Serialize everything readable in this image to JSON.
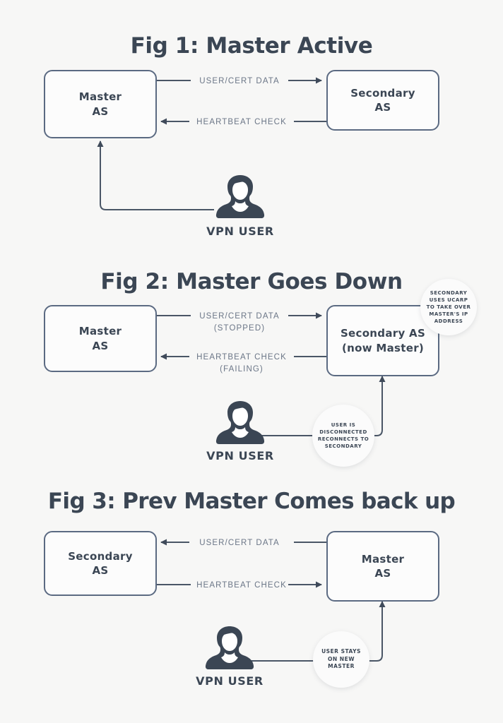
{
  "page": {
    "background": "#f7f7f6",
    "ink": "#3b4654",
    "line": "#4a5666",
    "box_border": "#5b6a82",
    "label_color": "#6b7687"
  },
  "figures": [
    {
      "id": "fig1",
      "title": "Fig 1: Master Active",
      "left_box": {
        "line1": "Master",
        "line2": "AS"
      },
      "right_box": {
        "line1": "Secondary",
        "line2": "AS"
      },
      "edges": [
        {
          "name": "user-cert-data",
          "lines": [
            "USER/CERT DATA"
          ],
          "direction": "left-to-right"
        },
        {
          "name": "heartbeat-check",
          "lines": [
            "HEARTBEAT CHECK"
          ],
          "direction": "right-to-left"
        }
      ],
      "user": {
        "caption": "VPN USER",
        "icon": "person-icon"
      },
      "callouts": []
    },
    {
      "id": "fig2",
      "title": "Fig 2: Master Goes Down",
      "left_box": {
        "line1": "Master",
        "line2": "AS"
      },
      "right_box": {
        "line1": "Secondary AS",
        "line2": "(now Master)"
      },
      "edges": [
        {
          "name": "user-cert-data",
          "lines": [
            "USER/CERT DATA",
            "(STOPPED)"
          ],
          "direction": "left-to-right"
        },
        {
          "name": "heartbeat-check",
          "lines": [
            "HEARTBEAT CHECK",
            "(FAILING)"
          ],
          "direction": "right-to-left"
        }
      ],
      "user": {
        "caption": "VPN USER",
        "icon": "person-icon"
      },
      "callouts": [
        {
          "name": "ucarp-callout",
          "text": "SECONDARY USES UCARP TO TAKE OVER MASTER'S IP ADDRESS"
        },
        {
          "name": "reconnect-callout",
          "text": "USER IS DISCONNECTED RECONNECTS TO SECONDARY"
        }
      ]
    },
    {
      "id": "fig3",
      "title": "Fig 3: Prev Master Comes back up",
      "left_box": {
        "line1": "Secondary",
        "line2": "AS"
      },
      "right_box": {
        "line1": "Master",
        "line2": "AS"
      },
      "edges": [
        {
          "name": "user-cert-data",
          "lines": [
            "USER/CERT DATA"
          ],
          "direction": "right-to-left"
        },
        {
          "name": "heartbeat-check",
          "lines": [
            "HEARTBEAT CHECK"
          ],
          "direction": "left-to-right"
        }
      ],
      "user": {
        "caption": "VPN USER",
        "icon": "person-icon"
      },
      "callouts": [
        {
          "name": "stay-callout",
          "text": "USER STAYS ON NEW MASTER"
        }
      ]
    }
  ]
}
